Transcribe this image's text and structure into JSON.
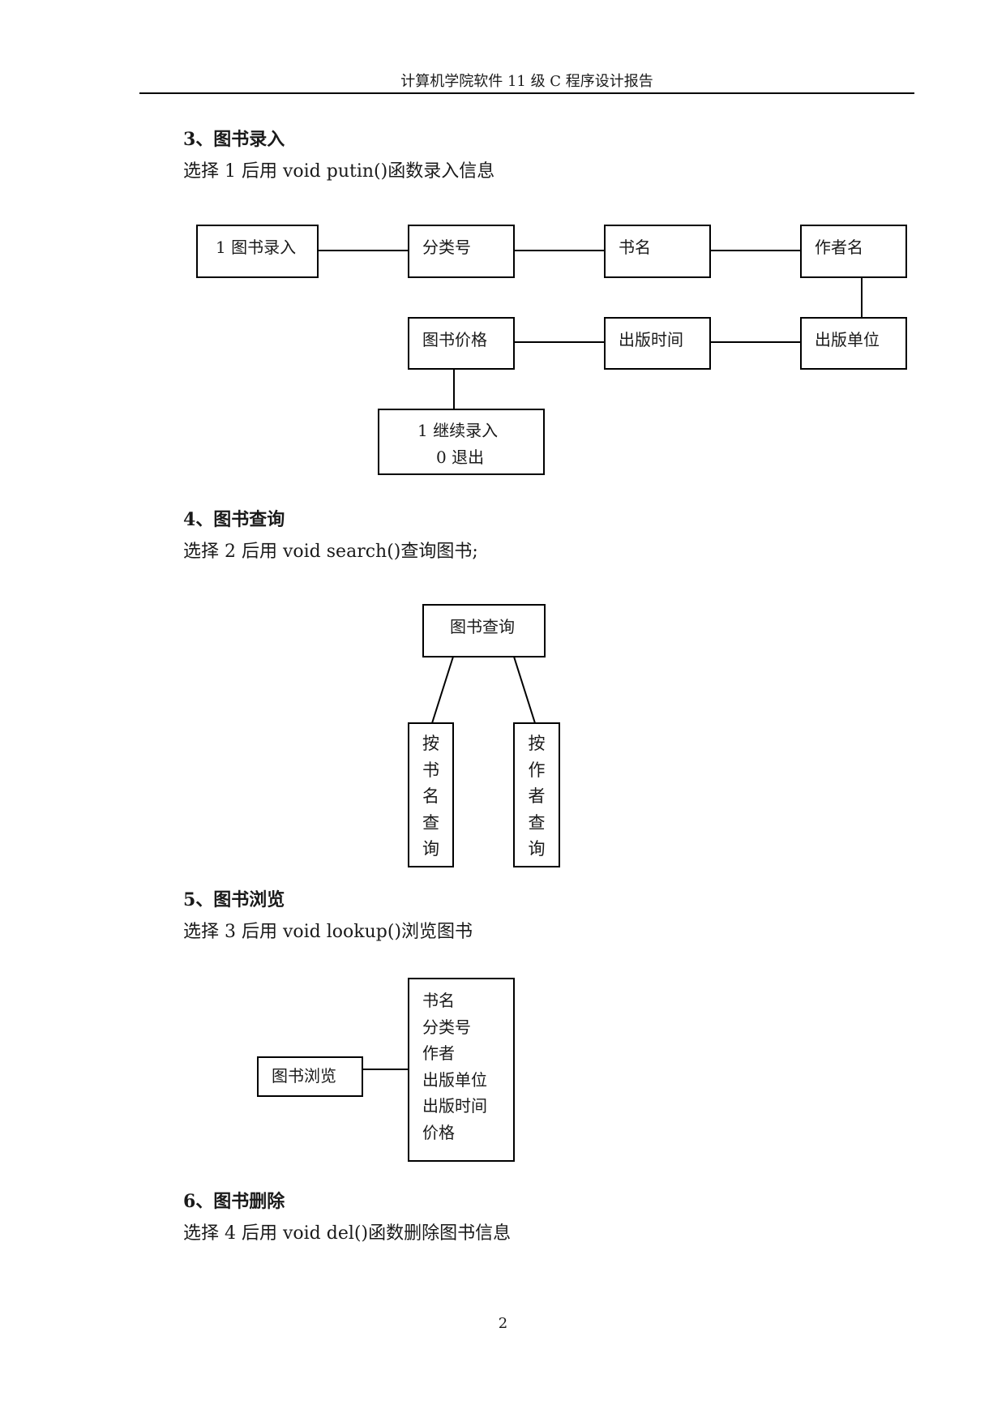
{
  "header": {
    "title": "计算机学院软件 11 级 C 程序设计报告"
  },
  "sections": {
    "s3": {
      "heading": "3、图书录入",
      "text": "选择 1 后用 void putin()函数录入信息",
      "boxes": {
        "entry": "1 图书录入",
        "classno": "分类号",
        "bookname": "书名",
        "author": "作者名",
        "price": "图书价格",
        "pubtime": "出版时间",
        "publisher": "出版单位",
        "continue": "1  继续录入",
        "exit": "0  退出"
      }
    },
    "s4": {
      "heading": "4、图书查询",
      "text": "选择 2 后用 void search()查询图书;",
      "boxes": {
        "root": "图书查询",
        "by_name": [
          "按",
          "书",
          "名",
          "查",
          "询"
        ],
        "by_author": [
          "按",
          "作",
          "者",
          "查",
          "询"
        ]
      }
    },
    "s5": {
      "heading": "5、图书浏览",
      "text": "选择 3 后用 void lookup()浏览图书",
      "boxes": {
        "root": "图书浏览",
        "fields": [
          "书名",
          "分类号",
          "作者",
          "出版单位",
          "出版时间",
          "价格"
        ]
      }
    },
    "s6": {
      "heading": "6、图书删除",
      "text": "选择 4 后用 void del()函数删除图书信息"
    }
  },
  "page_number": "2"
}
